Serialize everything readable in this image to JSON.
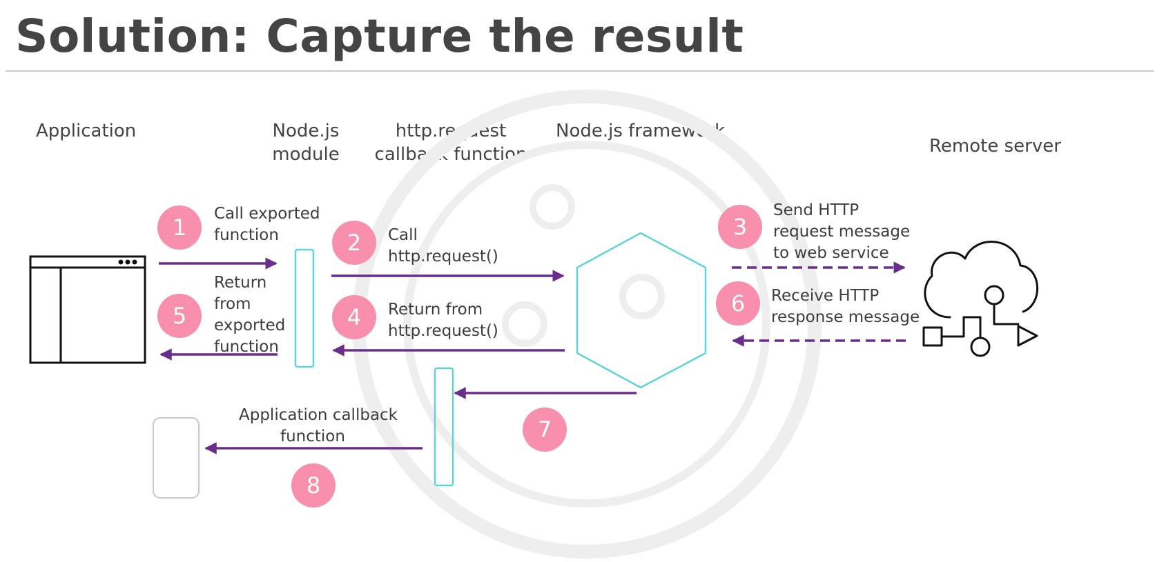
{
  "title": "Solution: Capture the result",
  "columns": {
    "application": "Application",
    "module_line1": "Node.js",
    "module_line2": "module",
    "callback_line1": "http.request",
    "callback_line2": "callback function",
    "framework": "Node.js framework",
    "remote": "Remote server"
  },
  "steps": [
    {
      "num": "1",
      "lines": [
        "Call exported",
        "function"
      ]
    },
    {
      "num": "2",
      "lines": [
        "Call",
        "http.request()"
      ]
    },
    {
      "num": "3",
      "lines": [
        "Send HTTP",
        "request message",
        "to web service"
      ]
    },
    {
      "num": "4",
      "lines": [
        "Return from",
        "http.request()"
      ]
    },
    {
      "num": "5",
      "lines": [
        "Return",
        "from",
        "exported",
        "function"
      ]
    },
    {
      "num": "6",
      "lines": [
        "Receive HTTP",
        "response message"
      ]
    },
    {
      "num": "7",
      "lines": []
    },
    {
      "num": "8",
      "lines": []
    }
  ],
  "app_callback_label": [
    "Application callback",
    "function"
  ],
  "colors": {
    "arrow": "#6a2d8c",
    "badge": "#f78fad",
    "teal": "#5fd3d6",
    "rule": "#c7cbe0"
  },
  "icons": {
    "application": "browser-window-icon",
    "framework": "hexagon-icon",
    "remote": "cloud-service-icon",
    "callback": "rounded-rectangle-icon"
  }
}
